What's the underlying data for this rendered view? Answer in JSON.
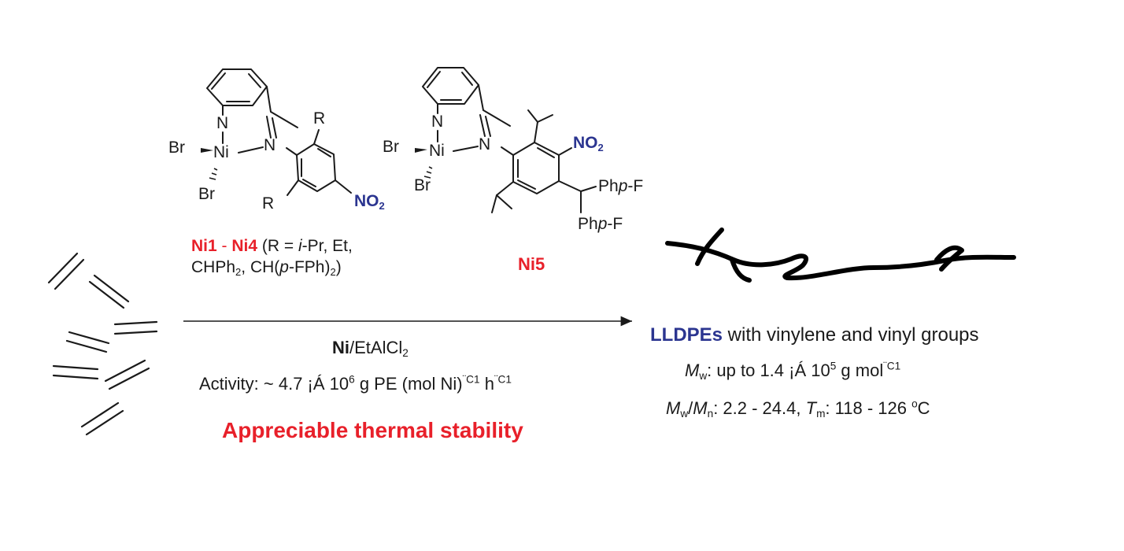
{
  "complex1": {
    "atoms": {
      "N1": "N",
      "N2": "N",
      "Ni": "Ni",
      "Br1": "Br",
      "Br2": "Br",
      "R1": "R",
      "R2": "R"
    },
    "nitro": {
      "main": "NO",
      "sub": "2"
    },
    "label": {
      "a": "Ni1",
      "dash": " - ",
      "b": "Ni4",
      "c": " (R = ",
      "d": "i",
      "e": "-Pr, Et,",
      "f": "CHPh",
      "f_sub": "2",
      "g": ", CH(",
      "h": "p",
      "k": "-FPh)",
      "k_sub": "2",
      "m": ")"
    }
  },
  "complex2": {
    "atoms": {
      "N1": "N",
      "N2": "N",
      "Ni": "Ni",
      "Br1": "Br",
      "Br2": "Br",
      "ph1": "Php-F",
      "ph2": "Php-F"
    },
    "nitro": {
      "main": "NO",
      "sub": "2"
    },
    "label": "Ni5"
  },
  "reaction": {
    "catalyst": {
      "bold": "Ni",
      "rest": "/EtAlCl",
      "sub": "2"
    },
    "activity": {
      "a": "Activity: ~ 4.7 ¡Á 10",
      "sup1": "6",
      "b": " g PE (mol Ni)",
      "sup2": "¨C1",
      "c": " h",
      "sup3": "¨C1"
    },
    "highlight": "Appreciable thermal stability"
  },
  "product": {
    "line1": {
      "bold": "LLDPEs",
      "rest": " with vinylene and vinyl groups"
    },
    "line2": {
      "mw": "M",
      "mw_sub": "w",
      "a": ": up to 1.4 ¡Á 10",
      "sup1": "5",
      "b": " g mol",
      "sup2": "¨C1"
    },
    "line3": {
      "m1": "M",
      "s1": "w",
      "slash": "/",
      "m2": "M",
      "s2": "n",
      "a": ": 2.2 - 24.4, ",
      "t": "T",
      "ts": "m",
      "b": ": 118 - 126 ",
      "deg": "o",
      "c": "C"
    }
  },
  "colors": {
    "accent_red": "#e8202a",
    "accent_blue": "#2b3590",
    "ink": "#1a1a1a"
  }
}
